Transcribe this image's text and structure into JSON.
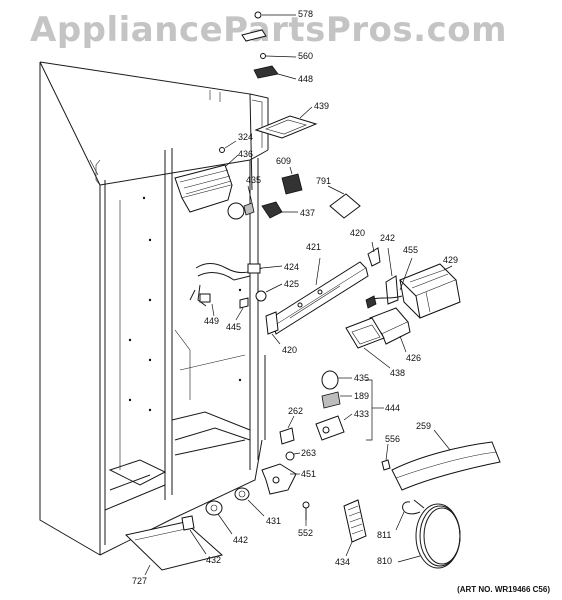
{
  "watermark": "AppliancePartsPros.com",
  "art_number": "(ART NO. WR19466 C56)",
  "callouts": {
    "n578": "578",
    "n560": "560",
    "n448": "448",
    "n439": "439",
    "n324": "324",
    "n436": "436",
    "n609": "609",
    "n791": "791",
    "n435a": "435",
    "n437": "437",
    "n421": "421",
    "n420a": "420",
    "n242": "242",
    "n455": "455",
    "n429": "429",
    "n424": "424",
    "n425": "425",
    "n449": "449",
    "n445": "445",
    "n420b": "420",
    "n426": "426",
    "n438": "438",
    "n435b": "435",
    "n189": "189",
    "n433": "433",
    "n444": "444",
    "n262": "262",
    "n263": "263",
    "n451": "451",
    "n556": "556",
    "n259": "259",
    "n431": "431",
    "n552": "552",
    "n442": "442",
    "n432": "432",
    "n434": "434",
    "n811": "811",
    "n810": "810",
    "n727": "727"
  }
}
